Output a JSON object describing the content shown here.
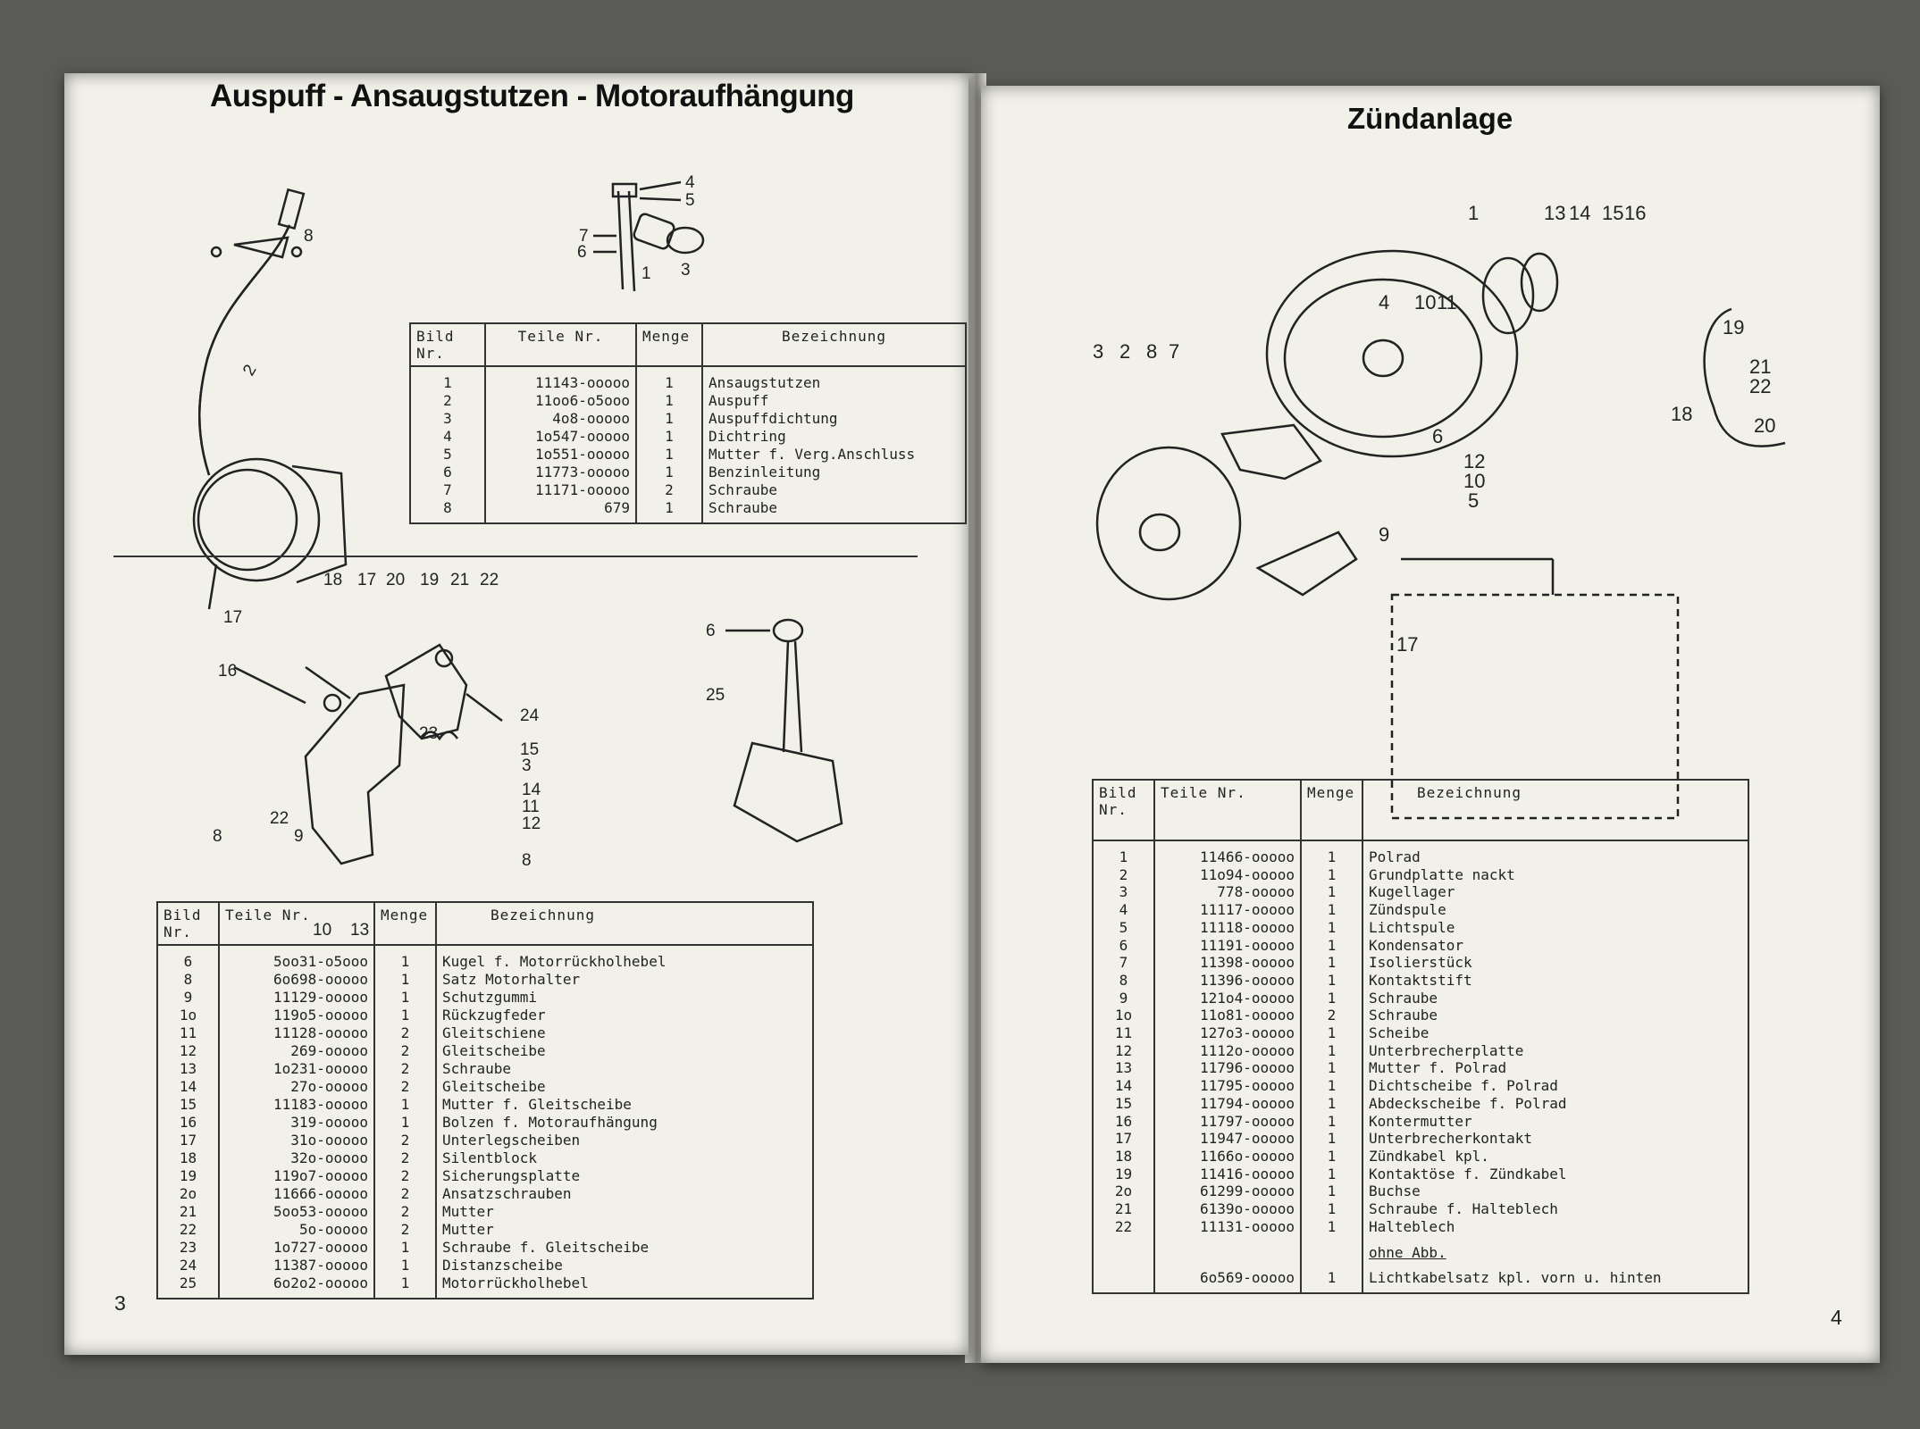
{
  "left_page": {
    "title": "Auspuff - Ansaugstutzen - Motoraufhängung",
    "page_number": "3",
    "diagram1_callouts": [
      "4",
      "5",
      "7",
      "6",
      "3",
      "1",
      "8",
      "2"
    ],
    "diagram2_top_callouts": [
      "18",
      "17",
      "20",
      "19",
      "21",
      "22"
    ],
    "diagram2_callouts": [
      "17",
      "16",
      "24",
      "23",
      "15",
      "3",
      "22",
      "14",
      "11",
      "12",
      "9",
      "8",
      "8",
      "10",
      "13"
    ],
    "diagram3_callouts": [
      "6",
      "25"
    ],
    "table1": {
      "headers": [
        "Bild Nr.",
        "Teile Nr.",
        "Menge",
        "Bezeichnung"
      ],
      "rows": [
        [
          "1",
          "11143-ooooo",
          "1",
          "Ansaugstutzen"
        ],
        [
          "2",
          "11oo6-o5ooo",
          "1",
          "Auspuff"
        ],
        [
          "3",
          "4o8-ooooo",
          "1",
          "Auspuffdichtung"
        ],
        [
          "4",
          "1o547-ooooo",
          "1",
          "Dichtring"
        ],
        [
          "5",
          "1o551-ooooo",
          "1",
          "Mutter f. Verg.Anschluss"
        ],
        [
          "6",
          "11773-ooooo",
          "1",
          "Benzinleitung"
        ],
        [
          "7",
          "11171-ooooo",
          "2",
          "Schraube"
        ],
        [
          "8",
          "679",
          "1",
          "Schraube"
        ]
      ]
    },
    "table2": {
      "headers": [
        "Bild Nr.",
        "Teile Nr.",
        "Menge",
        "Bezeichnung"
      ],
      "rows": [
        [
          "6",
          "5oo31-o5ooo",
          "1",
          "Kugel f. Motorrückholhebel"
        ],
        [
          "8",
          "6o698-ooooo",
          "1",
          "Satz Motorhalter"
        ],
        [
          "9",
          "11129-ooooo",
          "1",
          "Schutzgummi"
        ],
        [
          "1o",
          "119o5-ooooo",
          "1",
          "Rückzugfeder"
        ],
        [
          "11",
          "11128-ooooo",
          "2",
          "Gleitschiene"
        ],
        [
          "12",
          "269-ooooo",
          "2",
          "Gleitscheibe"
        ],
        [
          "13",
          "1o231-ooooo",
          "2",
          "Schraube"
        ],
        [
          "14",
          "27o-ooooo",
          "2",
          "Gleitscheibe"
        ],
        [
          "15",
          "11183-ooooo",
          "1",
          "Mutter f. Gleitscheibe"
        ],
        [
          "16",
          "319-ooooo",
          "1",
          "Bolzen f. Motoraufhängung"
        ],
        [
          "17",
          "31o-ooooo",
          "2",
          "Unterlegscheiben"
        ],
        [
          "18",
          "32o-ooooo",
          "2",
          "Silentblock"
        ],
        [
          "19",
          "119o7-ooooo",
          "2",
          "Sicherungsplatte"
        ],
        [
          "2o",
          "11666-ooooo",
          "2",
          "Ansatzschrauben"
        ],
        [
          "21",
          "5oo53-ooooo",
          "2",
          "Mutter"
        ],
        [
          "22",
          "5o-ooooo",
          "2",
          "Mutter"
        ],
        [
          "23",
          "1o727-ooooo",
          "1",
          "Schraube f. Gleitscheibe"
        ],
        [
          "24",
          "11387-ooooo",
          "1",
          "Distanzscheibe"
        ],
        [
          "25",
          "6o2o2-ooooo",
          "1",
          "Motorrückholhebel"
        ]
      ]
    }
  },
  "right_page": {
    "title": "Zündanlage",
    "page_number": "4",
    "diagram_callouts": [
      "1",
      "13",
      "14",
      "15",
      "16",
      "4",
      "10",
      "11",
      "3",
      "2",
      "8",
      "7",
      "6",
      "12",
      "10",
      "5",
      "9",
      "17",
      "19",
      "21",
      "22",
      "18",
      "20"
    ],
    "table3": {
      "headers": [
        "Bild Nr.",
        "Teile Nr.",
        "Menge",
        "Bezeichnung"
      ],
      "rows": [
        [
          "1",
          "11466-ooooo",
          "1",
          "Polrad"
        ],
        [
          "2",
          "11o94-ooooo",
          "1",
          "Grundplatte nackt"
        ],
        [
          "3",
          "778-ooooo",
          "1",
          "Kugellager"
        ],
        [
          "4",
          "11117-ooooo",
          "1",
          "Zündspule"
        ],
        [
          "5",
          "11118-ooooo",
          "1",
          "Lichtspule"
        ],
        [
          "6",
          "11191-ooooo",
          "1",
          "Kondensator"
        ],
        [
          "7",
          "11398-ooooo",
          "1",
          "Isolierstück"
        ],
        [
          "8",
          "11396-ooooo",
          "1",
          "Kontaktstift"
        ],
        [
          "9",
          "121o4-ooooo",
          "1",
          "Schraube"
        ],
        [
          "1o",
          "11o81-ooooo",
          "2",
          "Schraube"
        ],
        [
          "11",
          "127o3-ooooo",
          "1",
          "Scheibe"
        ],
        [
          "12",
          "1112o-ooooo",
          "1",
          "Unterbrecherplatte"
        ],
        [
          "13",
          "11796-ooooo",
          "1",
          "Mutter f. Polrad"
        ],
        [
          "14",
          "11795-ooooo",
          "1",
          "Dichtscheibe f. Polrad"
        ],
        [
          "15",
          "11794-ooooo",
          "1",
          "Abdeckscheibe f. Polrad"
        ],
        [
          "16",
          "11797-ooooo",
          "1",
          "Kontermutter"
        ],
        [
          "17",
          "11947-ooooo",
          "1",
          "Unterbrecherkontakt"
        ],
        [
          "18",
          "1166o-ooooo",
          "1",
          "Zündkabel kpl."
        ],
        [
          "19",
          "11416-ooooo",
          "1",
          "Kontaktöse f. Zündkabel"
        ],
        [
          "2o",
          "61299-ooooo",
          "1",
          "Buchse"
        ],
        [
          "21",
          "6139o-ooooo",
          "1",
          "Schraube f. Halteblech"
        ],
        [
          "22",
          "11131-ooooo",
          "1",
          "Halteblech"
        ]
      ],
      "note": "ohne Abb.",
      "extra_row": [
        "",
        "6o569-ooooo",
        "1",
        "Lichtkabelsatz kpl. vorn u. hinten"
      ]
    }
  }
}
